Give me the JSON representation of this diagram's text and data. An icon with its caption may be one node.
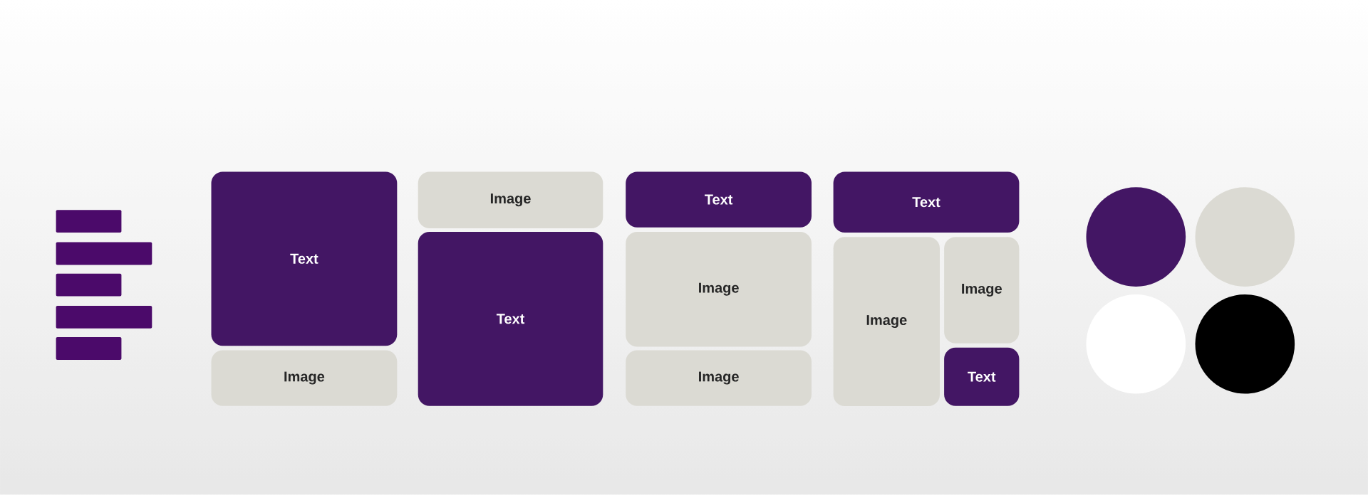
{
  "diagram": {
    "nodes": [
      {
        "text": [],
        "shape": "bar"
      },
      {
        "text": [],
        "shape": "bar"
      },
      {
        "text": [],
        "shape": "bar"
      },
      {
        "text": [],
        "shape": "bar"
      },
      {
        "text": [],
        "shape": "bar"
      },
      {
        "text": [
          "Text"
        ]
      },
      {
        "text": [
          "Image"
        ]
      },
      {
        "text": [
          "Image"
        ]
      },
      {
        "text": [
          "Text"
        ]
      },
      {
        "text": [
          "Text"
        ]
      },
      {
        "text": [
          "Image"
        ]
      },
      {
        "text": [
          "Image"
        ]
      },
      {
        "text": [
          "Text"
        ]
      },
      {
        "text": [
          "Image"
        ]
      },
      {
        "text": [
          "Image"
        ]
      },
      {
        "text": [
          "Text"
        ]
      },
      {
        "text": [],
        "shape": "circle"
      },
      {
        "text": [],
        "shape": "circle"
      },
      {
        "text": [],
        "shape": "circle"
      },
      {
        "text": [],
        "shape": "circle"
      }
    ]
  }
}
